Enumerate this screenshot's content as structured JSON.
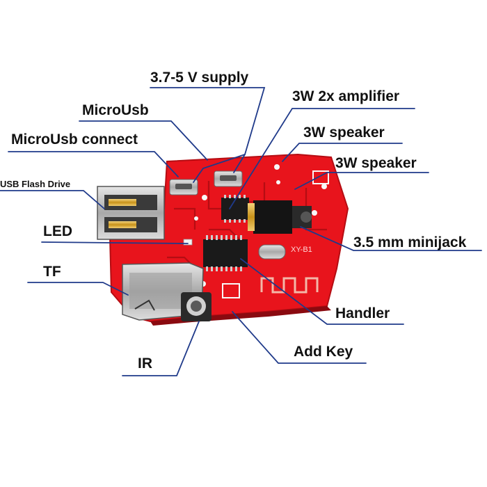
{
  "labels": {
    "supply": "3.7-5 V supply",
    "amplifier": "3W 2x amplifier",
    "microusb": "MicroUsb",
    "speaker1": "3W speaker",
    "microusb_connect": "MicroUsb connect",
    "speaker2": "3W speaker",
    "usb_flash": "USB Flash Drive",
    "led": "LED",
    "minijack": "3.5 mm minijack",
    "tf": "TF",
    "handler": "Handler",
    "add_key": "Add Key",
    "ir": "IR"
  },
  "board": {
    "silkscreen": "XY-B1"
  },
  "colors": {
    "pcb": "#e8141c",
    "pcb_dark": "#b50d13",
    "leader": "#1f3a8a",
    "text": "#111111",
    "metal": "#b9b9b9",
    "gold": "#d9a520"
  }
}
